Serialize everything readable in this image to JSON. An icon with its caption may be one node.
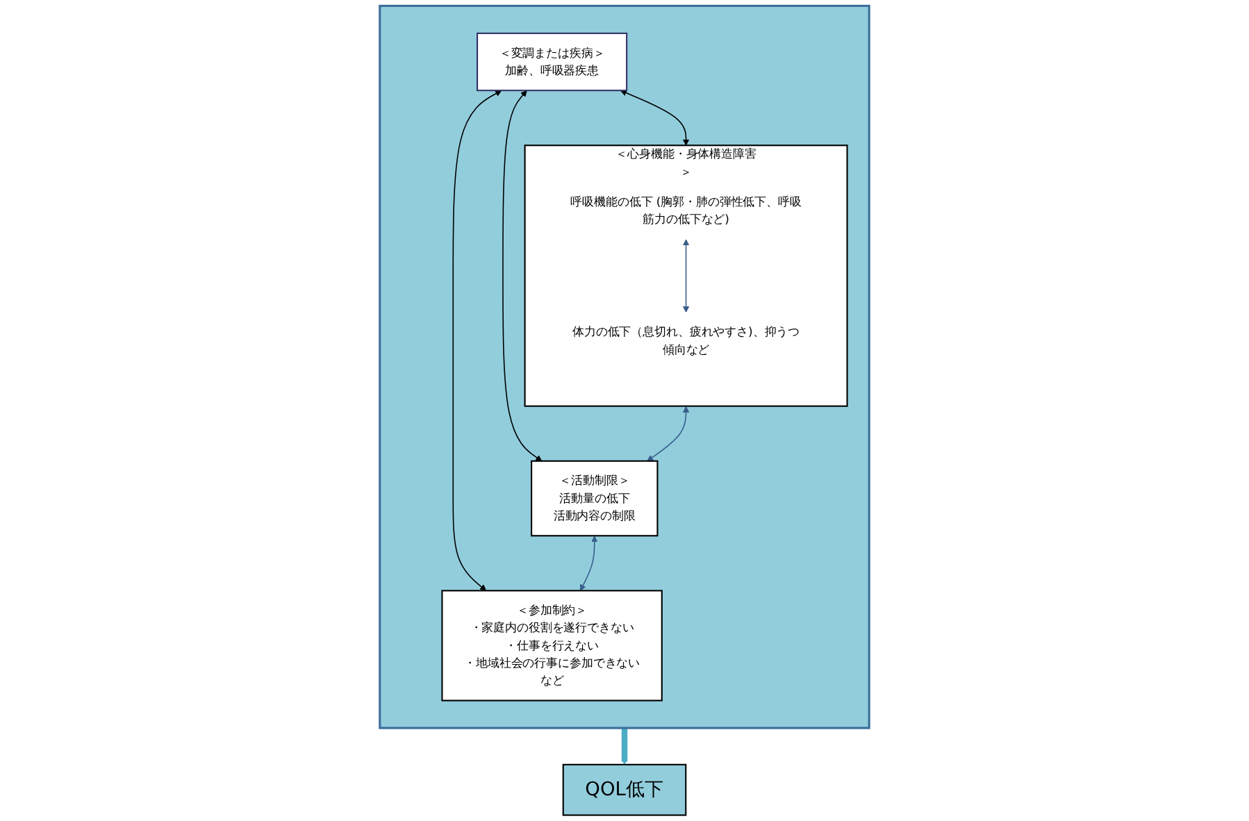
{
  "diagram": {
    "nodes": [
      {
        "text": [],
        "shape": "box"
      },
      {
        "text": [
          "＜変調または疾病＞",
          "加齢、呼吸器疾患"
        ],
        "in": 0
      },
      {
        "text": [
          "＜心身機能・身体構造障害＞"
        ],
        "in": 0
      },
      {
        "text": [
          "呼吸機能の低下 (胸郭・肺の弾性低下、呼吸筋力の低下など)"
        ],
        "in": 2
      },
      {
        "text": [
          "体力の低下（息切れ、疲れやすさ)、抑うつ傾向など"
        ],
        "in": 2
      },
      {
        "text": [
          "＜活動制限＞",
          "活動量の低下",
          "活動内容の制限"
        ],
        "in": 0
      },
      {
        "text": [
          "＜参加制約＞",
          "・家庭内の役割を遂行できない",
          "・仕事を行えない",
          "・地域社会の行事に参加できない",
          "など"
        ],
        "in": 0
      },
      {
        "text": [
          "QOL低下"
        ]
      }
    ],
    "edges": [
      {
        "from": 1,
        "to": 2,
        "arrow": "both"
      },
      {
        "from": 1,
        "to": 5,
        "arrow": "both"
      },
      {
        "from": 1,
        "to": 6,
        "arrow": "both"
      },
      {
        "from": 3,
        "to": 4,
        "arrow": "both",
        "color": "#385d8a"
      },
      {
        "from": 2,
        "to": 5,
        "arrow": "both",
        "color": "#385d8a"
      },
      {
        "from": 5,
        "to": 6,
        "arrow": "both",
        "color": "#385d8a"
      },
      {
        "from": 0,
        "to": 7,
        "arrow": "to",
        "style": "thick",
        "color": "#4bacc6"
      }
    ]
  }
}
